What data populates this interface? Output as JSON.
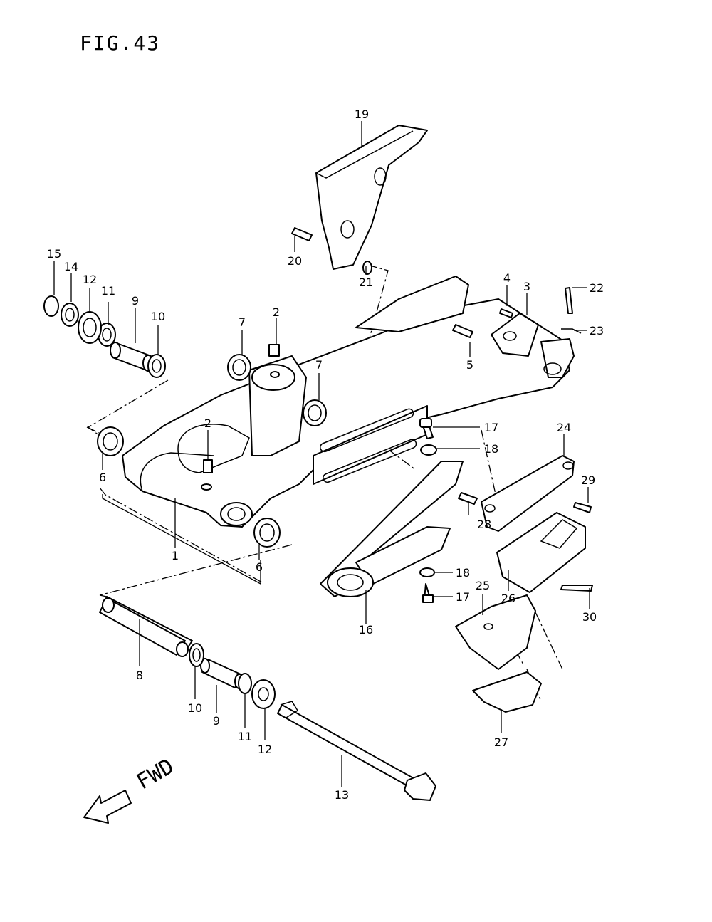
{
  "title": "FIG.43",
  "fwd_label": "FWD",
  "callouts": [
    {
      "id": "c1",
      "label": "1"
    },
    {
      "id": "c2a",
      "label": "2"
    },
    {
      "id": "c2b",
      "label": "2"
    },
    {
      "id": "c3",
      "label": "3"
    },
    {
      "id": "c4",
      "label": "4"
    },
    {
      "id": "c5",
      "label": "5"
    },
    {
      "id": "c6a",
      "label": "6"
    },
    {
      "id": "c6b",
      "label": "6"
    },
    {
      "id": "c7a",
      "label": "7"
    },
    {
      "id": "c7b",
      "label": "7"
    },
    {
      "id": "c8",
      "label": "8"
    },
    {
      "id": "c9a",
      "label": "9"
    },
    {
      "id": "c9b",
      "label": "9"
    },
    {
      "id": "c10a",
      "label": "10"
    },
    {
      "id": "c10b",
      "label": "10"
    },
    {
      "id": "c11a",
      "label": "11"
    },
    {
      "id": "c11b",
      "label": "11"
    },
    {
      "id": "c12a",
      "label": "12"
    },
    {
      "id": "c12b",
      "label": "12"
    },
    {
      "id": "c13",
      "label": "13"
    },
    {
      "id": "c14",
      "label": "14"
    },
    {
      "id": "c15",
      "label": "15"
    },
    {
      "id": "c16",
      "label": "16"
    },
    {
      "id": "c17a",
      "label": "17"
    },
    {
      "id": "c17b",
      "label": "17"
    },
    {
      "id": "c18a",
      "label": "18"
    },
    {
      "id": "c18b",
      "label": "18"
    },
    {
      "id": "c19",
      "label": "19"
    },
    {
      "id": "c20",
      "label": "20"
    },
    {
      "id": "c21",
      "label": "21"
    },
    {
      "id": "c22",
      "label": "22"
    },
    {
      "id": "c23",
      "label": "23"
    },
    {
      "id": "c24",
      "label": "24"
    },
    {
      "id": "c25",
      "label": "25"
    },
    {
      "id": "c26",
      "label": "26"
    },
    {
      "id": "c27",
      "label": "27"
    },
    {
      "id": "c28",
      "label": "28"
    },
    {
      "id": "c29",
      "label": "29"
    },
    {
      "id": "c30",
      "label": "30"
    }
  ]
}
